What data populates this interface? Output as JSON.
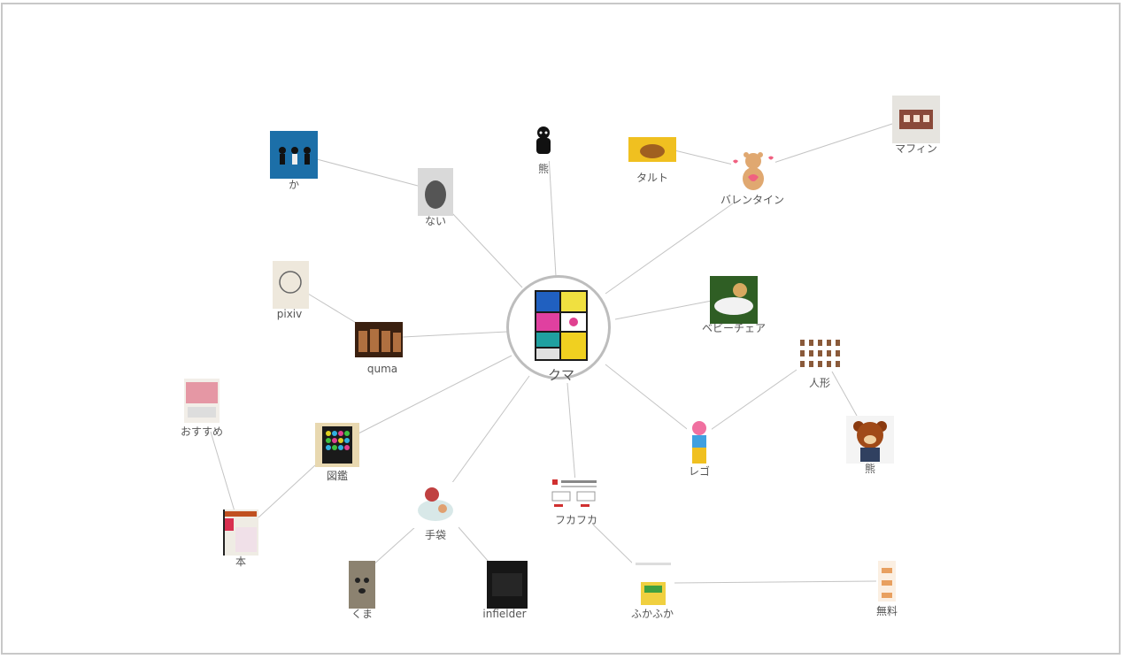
{
  "graph": {
    "center": {
      "label": "クマ"
    },
    "nodes": [
      {
        "id": "ka",
        "label": "か"
      },
      {
        "id": "nai",
        "label": "ない"
      },
      {
        "id": "kuma_kanji_top",
        "label": "熊"
      },
      {
        "id": "tart",
        "label": "タルト"
      },
      {
        "id": "valentine",
        "label": "バレンタイン"
      },
      {
        "id": "muffin",
        "label": "マフィン"
      },
      {
        "id": "pixiv",
        "label": "pixiv"
      },
      {
        "id": "quma",
        "label": "quma"
      },
      {
        "id": "babychair",
        "label": "ベビーチェア"
      },
      {
        "id": "ningyo",
        "label": "人形"
      },
      {
        "id": "osusume",
        "label": "おすすめ"
      },
      {
        "id": "zukan",
        "label": "図鑑"
      },
      {
        "id": "lego",
        "label": "レゴ"
      },
      {
        "id": "kuma_kanji_right",
        "label": "熊"
      },
      {
        "id": "tebukuro",
        "label": "手袋"
      },
      {
        "id": "fukafuka_kata",
        "label": "フカフカ"
      },
      {
        "id": "hon",
        "label": "本"
      },
      {
        "id": "kuma_hira",
        "label": "くま"
      },
      {
        "id": "infielder",
        "label": "infielder"
      },
      {
        "id": "fukafuka_hira",
        "label": "ふかふか"
      },
      {
        "id": "muryo",
        "label": "無料"
      }
    ]
  },
  "colors": {
    "edge": "#c4c4c4",
    "label": "#555555",
    "ring": "#bdbdbd"
  }
}
